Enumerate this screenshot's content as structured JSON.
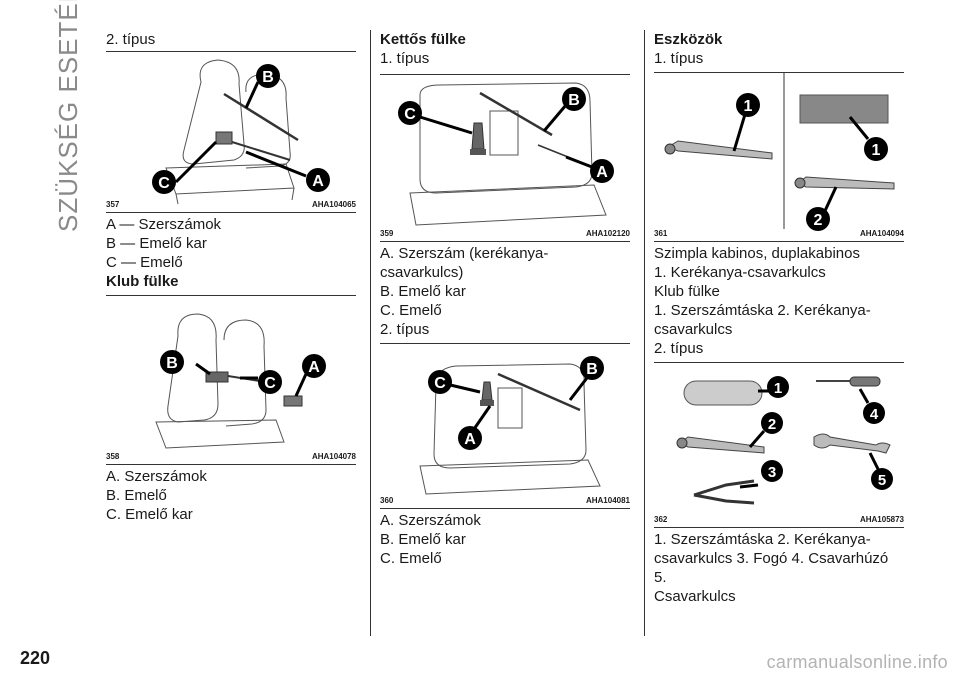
{
  "side_title": "SZÜKSÉG ESETÉN",
  "page_number": "220",
  "watermark": "carmanualsonline.info",
  "col1": {
    "intro": "2. típus",
    "fig357": {
      "num": "357",
      "code": "AHA104065",
      "labels": [
        "A",
        "B",
        "C"
      ]
    },
    "list1": [
      "A — Szerszámok",
      "B — Emelő kar",
      "C — Emelő"
    ],
    "heading": "Klub fülke",
    "fig358": {
      "num": "358",
      "code": "AHA104078",
      "labels": [
        "A",
        "B",
        "C"
      ]
    },
    "list2": [
      "A. Szerszámok",
      "B. Emelő",
      "C. Emelő kar"
    ]
  },
  "col2": {
    "heading": "Kettős fülke",
    "intro": "1. típus",
    "fig359": {
      "num": "359",
      "code": "AHA102120",
      "labels": [
        "A",
        "B",
        "C"
      ]
    },
    "list1": [
      "A. Szerszám (kerékanya-csavarkulcs)",
      "B. Emelő kar",
      "C. Emelő"
    ],
    "sub": "2. típus",
    "fig360": {
      "num": "360",
      "code": "AHA104081",
      "labels": [
        "A",
        "B",
        "C"
      ]
    },
    "list2": [
      "A. Szerszámok",
      "B. Emelő kar",
      "C. Emelő"
    ]
  },
  "col3": {
    "heading": "Eszközök",
    "intro": "1. típus",
    "fig361": {
      "num": "361",
      "code": "AHA104094",
      "labels": [
        "1",
        "1",
        "2"
      ]
    },
    "lines1": [
      "Szimpla kabinos, duplakabinos",
      "1. Kerékanya-csavarkulcs",
      "Klub fülke",
      "1. Szerszámtáska 2. Kerékanya-",
      "csavarkulcs"
    ],
    "sub": "2. típus",
    "fig362": {
      "num": "362",
      "code": "AHA105873",
      "labels": [
        "1",
        "2",
        "3",
        "4",
        "5"
      ]
    },
    "lines2": [
      "1. Szerszámtáska 2. Kerékanya-",
      "csavarkulcs 3. Fogó 4. Csavarhúzó 5.",
      "Csavarkulcs"
    ]
  }
}
